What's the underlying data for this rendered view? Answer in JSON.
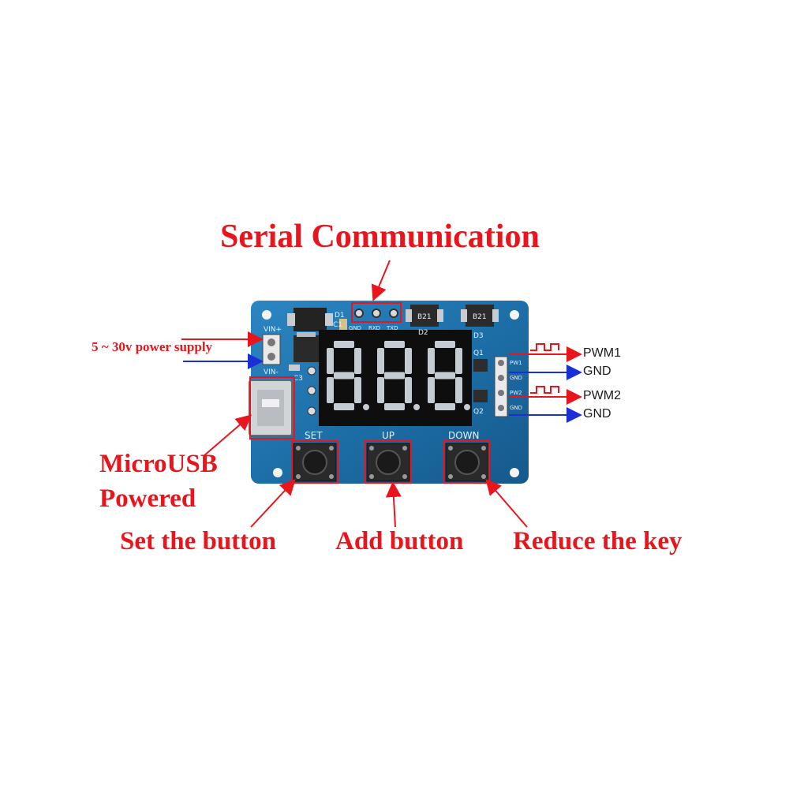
{
  "annotations": {
    "serial": "Serial Communication",
    "power_supply": "5 ~ 30v power supply",
    "micro_usb_line1": "MicroUSB",
    "micro_usb_line2": "Powered",
    "set_button": "Set the button",
    "add_button": "Add button",
    "reduce_key": "Reduce the key"
  },
  "pins": {
    "pwm1": "PWM1",
    "gnd1": "GND",
    "pwm2": "PWM2",
    "gnd2": "GND"
  },
  "board": {
    "serial_header": [
      "GND",
      "RXD",
      "TXD"
    ],
    "vin_plus": "VIN+",
    "vin_minus": "VIN-",
    "d1": "D1",
    "c1": "C1",
    "c3": "C3",
    "d2": "D2",
    "d3": "D3",
    "q1": "Q1",
    "q2": "Q2",
    "diode_mark_1": "B21",
    "diode_mark_2": "B21",
    "out_pw1": "PW1",
    "out_gnd1": "GND",
    "out_pw2": "PW2",
    "out_gnd2": "GND",
    "btn_set": "SET",
    "btn_up": "UP",
    "btn_down": "DOWN",
    "display_digits": "888"
  },
  "colors": {
    "annotation_red": "#e8161c",
    "gnd_arrow_blue": "#1b2fd6",
    "pcb_blue": "#1d6fa8",
    "display_segment": "#c5cbd3"
  }
}
